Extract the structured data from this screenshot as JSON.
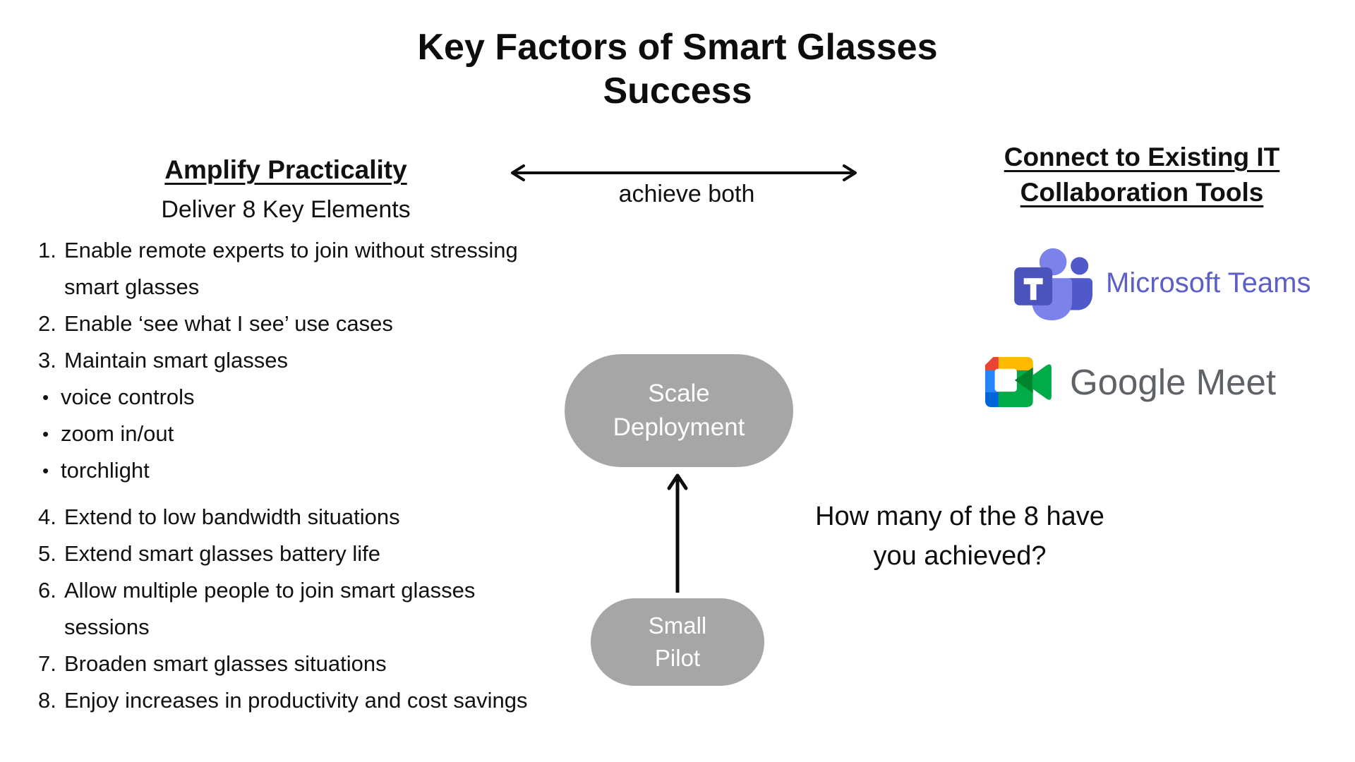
{
  "title": {
    "line1": "Key Factors of Smart Glasses",
    "line2": "Success"
  },
  "left": {
    "heading": "Amplify Practicality",
    "subheading": "Deliver 8 Key Elements",
    "items": [
      {
        "marker": "1.",
        "text": "Enable remote experts to join without stressing smart glasses"
      },
      {
        "marker": "2.",
        "text": "Enable ‘see what I see’ use cases"
      },
      {
        "marker": "3.",
        "text": "Maintain smart glasses"
      },
      {
        "marker": "•",
        "text": "voice controls"
      },
      {
        "marker": "•",
        "text": "zoom in/out"
      },
      {
        "marker": "•",
        "text": "torchlight"
      },
      {
        "marker": "4.",
        "text": "Extend to low bandwidth situations"
      },
      {
        "marker": "5.",
        "text": "Extend smart glasses battery life"
      },
      {
        "marker": "6.",
        "text": "Allow multiple people to join smart glasses sessions"
      },
      {
        "marker": "7.",
        "text": "Broaden smart glasses situations"
      },
      {
        "marker": "8.",
        "text": "Enjoy increases in productivity and cost savings"
      }
    ]
  },
  "center": {
    "arrow_label": "achieve both",
    "scale_pill": {
      "line1": "Scale",
      "line2": "Deployment"
    },
    "small_pill": {
      "line1": "Small",
      "line2": "Pilot"
    }
  },
  "right": {
    "heading_line1": "Connect to Existing IT",
    "heading_line2": "Collaboration Tools",
    "tools": [
      {
        "name": "Microsoft Teams"
      },
      {
        "name": "Google Meet"
      }
    ],
    "question_line1": "How many of the 8 have",
    "question_line2": "you achieved?"
  },
  "colors": {
    "pill_gray": "#a6a6a6",
    "teams_purple": "#5B5FC7",
    "meet_text_gray": "#5f6368",
    "text_black": "#0d0d0d"
  }
}
